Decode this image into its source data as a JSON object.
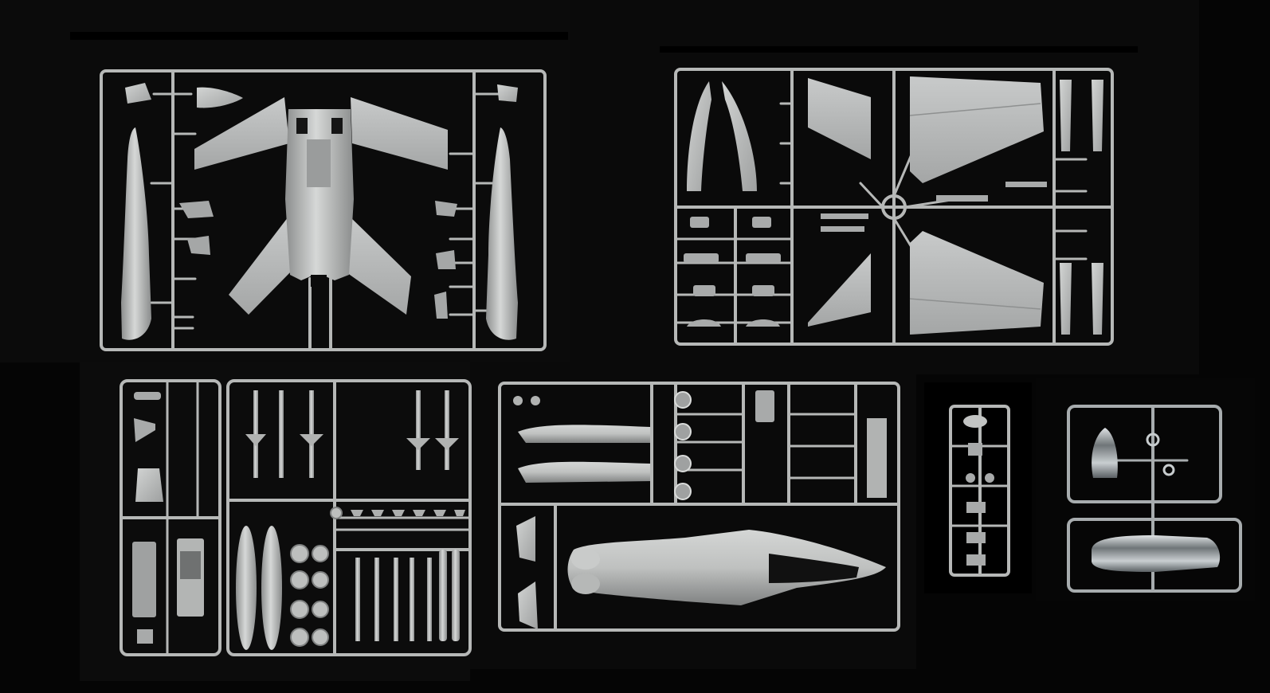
{
  "photo": {
    "subject": "plastic-model-kit-sprues",
    "colors": {
      "background": "#050505",
      "panel_bg": "#0b0b0b",
      "plastic_gray": "#b9bbba",
      "plastic_shadow": "#8e9090",
      "plastic_light": "#d4d6d5",
      "clear_plastic": "#9aa0a3",
      "recess": "#151515"
    },
    "sprues": [
      {
        "id": "A",
        "material": "gray",
        "main_parts": "fuselage-lower-half-and-wings"
      },
      {
        "id": "B",
        "material": "gray",
        "main_parts": "stabilizers-and-flaps"
      },
      {
        "id": "C",
        "material": "gray",
        "main_parts": "missiles-tanks-wheels"
      },
      {
        "id": "D",
        "material": "gray",
        "main_parts": "fuselage-upper-half-and-intakes"
      },
      {
        "id": "E",
        "material": "gray",
        "main_parts": "small-details"
      },
      {
        "id": "F",
        "material": "clear",
        "main_parts": "canopy-and-windscreen"
      }
    ]
  }
}
